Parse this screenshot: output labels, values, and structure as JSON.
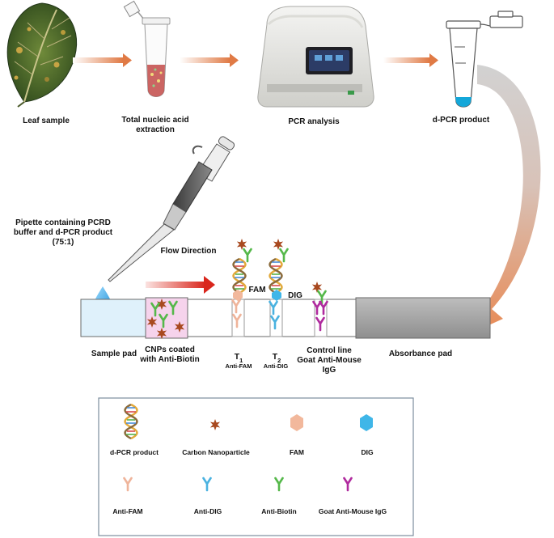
{
  "workflow": {
    "leaf_sample": "Leaf sample",
    "extraction": "Total nucleic acid\nextraction",
    "pcr": "PCR analysis",
    "dpcr_product": "d-PCR product"
  },
  "assay": {
    "pipette": "Pipette containing PCRD\nbuffer and d-PCR product\n(75:1)",
    "flow_direction": "Flow Direction",
    "fam_tag": "FAM",
    "dig_tag": "DIG"
  },
  "strip": {
    "sample_pad": "Sample pad",
    "conjugate_pad": "CNPs coated\nwith Anti-Biotin",
    "t1": "T",
    "t1_sub": "1",
    "t1_caption": "Anti-FAM",
    "t2": "T",
    "t2_sub": "2",
    "t2_caption": "Anti-DIG",
    "control_line": "Control line\nGoat Anti-Mouse\nIgG",
    "absorbance_pad": "Absorbance pad"
  },
  "legend": {
    "dpcr_product": "d-PCR product",
    "carbon_nanoparticle": "Carbon Nanoparticle",
    "fam": "FAM",
    "dig": "DIG",
    "anti_fam": "Anti-FAM",
    "anti_dig": "Anti-DIG",
    "anti_biotin": "Anti-Biotin",
    "goat_anti_mouse": "Goat Anti-Mouse IgG"
  },
  "colors": {
    "arrow_orange": "#e07a45",
    "flow_red": "#d9261c",
    "fam_peach": "#f2b89c",
    "dig_blue": "#3fb6e8",
    "anti_fam": "#efb49a",
    "anti_dig": "#4ab2e0",
    "anti_biotin": "#55b84a",
    "goat_anti_mouse": "#b02a9e",
    "nanoparticle": "#a8491f",
    "conjugate_pad": "#f6d3ec",
    "sample_pad": "#dff1fb",
    "absorbance_pad": "#a9a9a9"
  }
}
